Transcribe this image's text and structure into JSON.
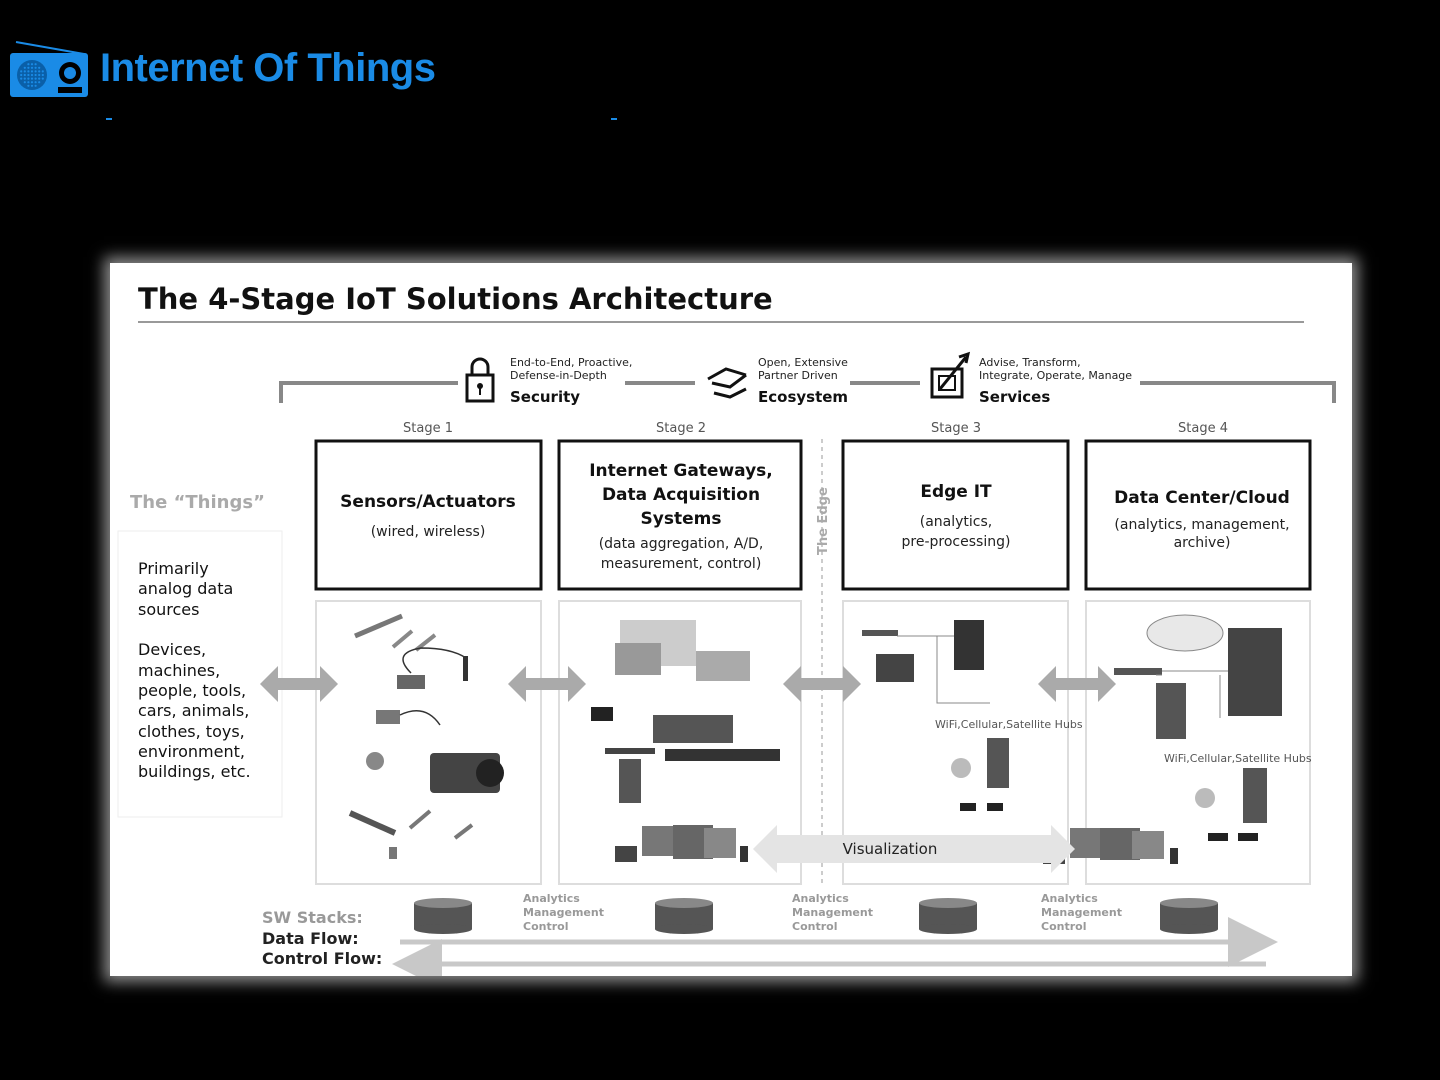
{
  "header": {
    "title": "Internet Of Things",
    "icon": "radio-icon",
    "accent_color": "#1a8be6"
  },
  "diagram": {
    "title": "The 4-Stage IoT Solutions Architecture",
    "pillars": [
      {
        "name": "Security",
        "desc1": "End-to-End, Proactive,",
        "desc2": "Defense-in-Depth",
        "icon": "lock-icon"
      },
      {
        "name": "Ecosystem",
        "desc1": "Open, Extensive",
        "desc2": "Partner Driven",
        "icon": "handshake-icon"
      },
      {
        "name": "Services",
        "desc1": "Advise, Transform,",
        "desc2": "Integrate, Operate, Manage",
        "icon": "growth-icon"
      }
    ],
    "stages": [
      {
        "label": "Stage 1",
        "title_lines": [
          "Sensors/Actuators"
        ],
        "sub_lines": [
          "(wired, wireless)"
        ]
      },
      {
        "label": "Stage 2",
        "title_lines": [
          "Internet Gateways,",
          "Data Acquisition",
          "Systems"
        ],
        "sub_lines": [
          "(data aggregation, A/D,",
          "measurement, control)"
        ]
      },
      {
        "label": "Stage 3",
        "title_lines": [
          "Edge IT"
        ],
        "sub_lines": [
          "(analytics,",
          "pre-processing)"
        ]
      },
      {
        "label": "Stage 4",
        "title_lines": [
          "Data Center/Cloud"
        ],
        "sub_lines": [
          "(analytics, management,",
          "archive)"
        ]
      }
    ],
    "edge_label": "The Edge",
    "things_title": "The “Things”",
    "things_lines_1": [
      "Primarily",
      "analog data",
      "sources"
    ],
    "things_lines_2": [
      "Devices,",
      "machines,",
      "people, tools,",
      "cars, animals,",
      "clothes, toys,",
      "environment,",
      "buildings, etc."
    ],
    "hubs_label": "WiFi,Cellular,Satellite Hubs",
    "visualization_label": "Visualization",
    "sw_label": "SW Stacks:",
    "data_flow_label": "Data Flow:",
    "control_flow_label": "Control Flow:",
    "sw_notes": [
      "Analytics",
      "Management",
      "Control"
    ]
  }
}
